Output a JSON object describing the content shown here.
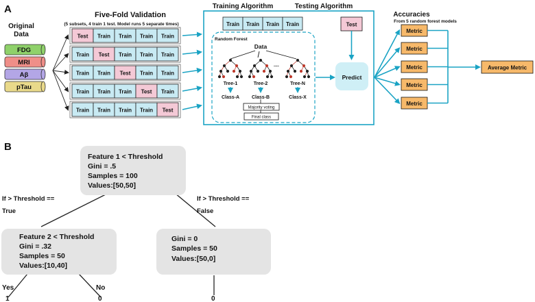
{
  "panel_a": {
    "label": "A",
    "original_data": {
      "title_line1": "Original",
      "title_line2": "Data",
      "layers": [
        {
          "label": "FDG",
          "color": "#8fd16a"
        },
        {
          "label": "MRI",
          "color": "#ef8e88"
        },
        {
          "label": "Aβ",
          "color": "#b3a6e6"
        },
        {
          "label": "pTau",
          "color": "#e9d98a"
        }
      ]
    },
    "five_fold": {
      "title": "Five-Fold Validation",
      "subtitle": "(5 subsets, 4 train 1 test. Model runs 5 separate times)",
      "rows": [
        [
          "Test",
          "Train",
          "Train",
          "Train",
          "Train"
        ],
        [
          "Train",
          "Test",
          "Train",
          "Train",
          "Train"
        ],
        [
          "Train",
          "Train",
          "Test",
          "Train",
          "Train"
        ],
        [
          "Train",
          "Train",
          "Train",
          "Test",
          "Train"
        ],
        [
          "Train",
          "Train",
          "Train",
          "Train",
          "Test"
        ]
      ]
    },
    "training": {
      "title": "Training Algorithm",
      "train_cells": [
        "Train",
        "Train",
        "Train",
        "Train"
      ],
      "random_forest_label": "Random Forest",
      "data_label": "Data",
      "ellipsis": "....",
      "trees": [
        {
          "name": "Tree-1",
          "class": "Class-A"
        },
        {
          "name": "Tree-2",
          "class": "Class-B"
        },
        {
          "name": "Tree-N",
          "class": "Class-X"
        }
      ],
      "majority_voting": "Majority voting",
      "final_class": "Final class"
    },
    "testing": {
      "title": "Testing Algorithm",
      "test_label": "Test",
      "predict_label": "Predict"
    },
    "accuracies": {
      "title": "Accuracies",
      "subtitle": "From 5 random forest models",
      "metrics": [
        "Metric",
        "Metric",
        "Metric",
        "Metric",
        "Metric"
      ],
      "average": "Average Metric"
    }
  },
  "panel_b": {
    "label": "B",
    "root_node": [
      "Feature 1 < Threshold",
      "Gini = .5",
      "Samples = 100",
      "Values:[50,50]"
    ],
    "left_condition": [
      "If > Threshold ==",
      "True"
    ],
    "right_condition": [
      "If > Threshold ==",
      "False"
    ],
    "left_node": [
      "Feature 2 < Threshold",
      "Gini = .32",
      "Samples = 50",
      "Values:[10,40]"
    ],
    "right_node": [
      "Gini = 0",
      "Samples = 50",
      "Values:[50,0]"
    ],
    "left_yes": "Yes",
    "left_no": "No",
    "leaf_values": [
      "1",
      "0",
      "0"
    ]
  },
  "colors": {
    "accent": "#1aa3c4",
    "train_fill": "#c8eaf3",
    "test_fill": "#f4c9d6",
    "metric_fill": "#f7b96a",
    "predict_fill": "#cfeff6",
    "node_fill": "#e4e4e4",
    "red_node": "#c0392b"
  }
}
